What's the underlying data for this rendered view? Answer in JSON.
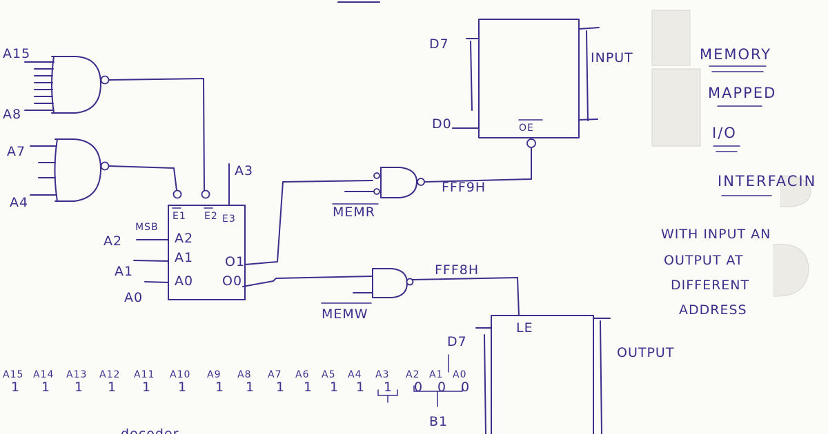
{
  "nand_top_inputs": {
    "top": "A15",
    "bottom": "A8"
  },
  "nand_mid_inputs": {
    "top": "A7",
    "bottom": "A4"
  },
  "decoder": {
    "enable1": "E1",
    "enable2": "E2",
    "enable3": "E3",
    "a3_label": "A3",
    "msb": "MSB",
    "in_a2": "A2",
    "in_a1": "A1",
    "in_a0": "A0",
    "out_o1": "O1",
    "out_o0": "O0"
  },
  "ext_labels": {
    "a2": "A2",
    "a1": "A1",
    "a0": "A0"
  },
  "memr": "MEMR",
  "memw": "MEMW",
  "addr_read": "FFF9H",
  "addr_write": "FFF8H",
  "input_port": {
    "d7": "D7",
    "d0": "D0",
    "oe": "OE",
    "label": "INPUT"
  },
  "output_port": {
    "le": "LE",
    "d7": "D7",
    "label": "OUTPUT"
  },
  "title": [
    "MEMORY",
    "MAPPED",
    "I/O",
    "INTERFACIN"
  ],
  "note": [
    "WITH INPUT AN",
    "OUTPUT AT",
    "DIFFERENT",
    "ADDRESS"
  ],
  "address_bits": [
    {
      "name": "A15",
      "bit": "1"
    },
    {
      "name": "A14",
      "bit": "1"
    },
    {
      "name": "A13",
      "bit": "1"
    },
    {
      "name": "A12",
      "bit": "1"
    },
    {
      "name": "A11",
      "bit": "1"
    },
    {
      "name": "A10",
      "bit": "1"
    },
    {
      "name": "A9",
      "bit": "1"
    },
    {
      "name": "A8",
      "bit": "1"
    },
    {
      "name": "A7",
      "bit": "1"
    },
    {
      "name": "A6",
      "bit": "1"
    },
    {
      "name": "A5",
      "bit": "1"
    },
    {
      "name": "A4",
      "bit": "1"
    },
    {
      "name": "A3",
      "bit": "1"
    },
    {
      "name": "A2",
      "bit": "0"
    },
    {
      "name": "A1",
      "bit": "0"
    },
    {
      "name": "A0",
      "bit": "0"
    }
  ],
  "bit_group_label": "B1",
  "footer_fragment": "decoder"
}
